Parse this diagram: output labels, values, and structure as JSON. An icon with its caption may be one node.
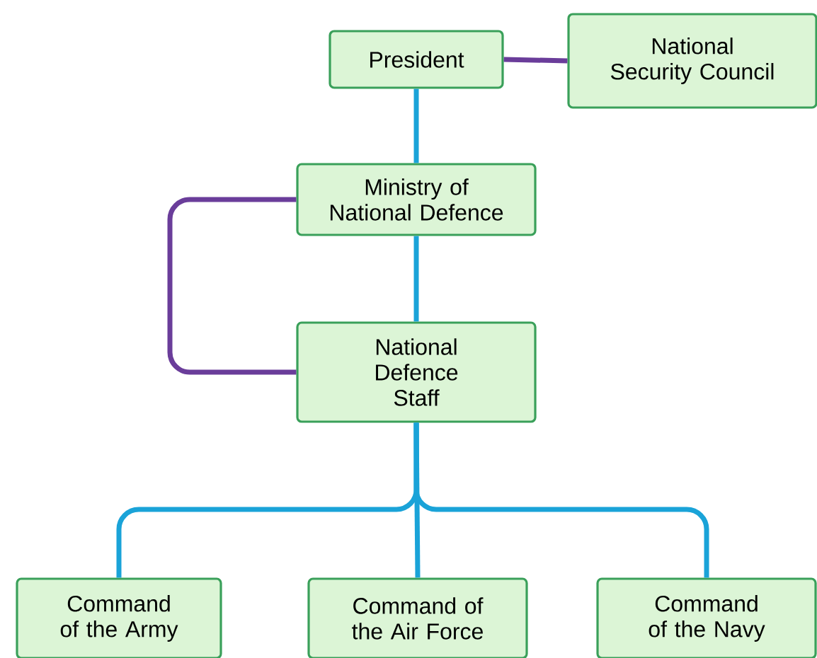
{
  "diagram": {
    "nodes": [
      {
        "text": [
          "President"
        ]
      },
      {
        "text": [
          "National Security Council"
        ]
      },
      {
        "text": [
          "Ministry of National Defence"
        ]
      },
      {
        "text": [
          "National Defence Staff"
        ]
      },
      {
        "text": [
          "Command of the Army"
        ]
      },
      {
        "text": [
          "Command of the Air Force"
        ]
      },
      {
        "text": [
          "Command of the Navy"
        ]
      }
    ],
    "edges": [
      {
        "from": 0,
        "to": 1,
        "arrow": "none",
        "color": "#6a3d9a"
      },
      {
        "from": 0,
        "to": 2,
        "arrow": "none"
      },
      {
        "from": 2,
        "to": 3,
        "arrow": "none"
      },
      {
        "from": 2,
        "to": 3,
        "arrow": "none",
        "color": "#6a3d9a"
      },
      {
        "from": 3,
        "to": 4,
        "arrow": "none"
      },
      {
        "from": 3,
        "to": 5,
        "arrow": "none"
      },
      {
        "from": 3,
        "to": 6,
        "arrow": "none"
      }
    ]
  }
}
